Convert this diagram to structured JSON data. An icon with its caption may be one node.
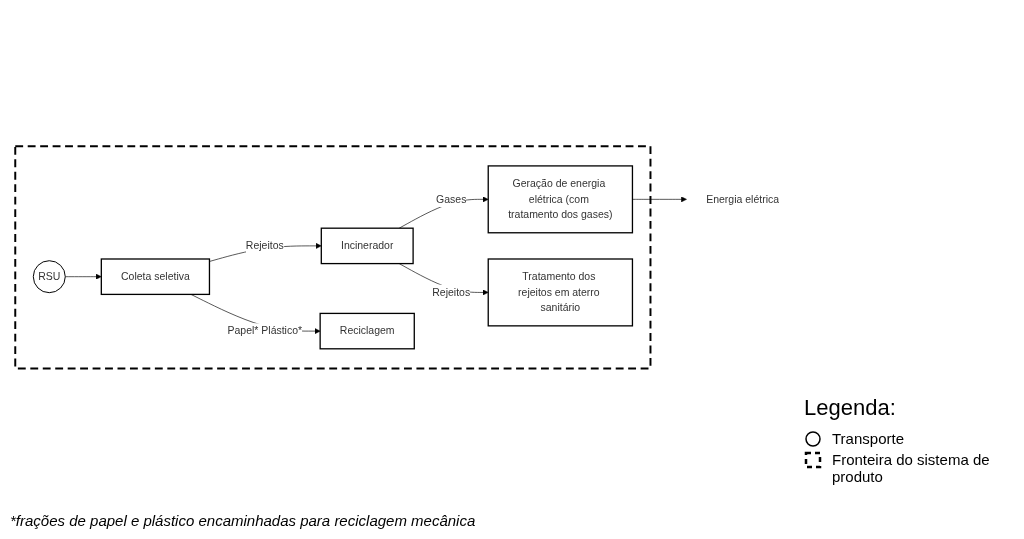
{
  "diagram": {
    "caption": "*frações de papel e plástico encaminhadas para reciclagem mecânica",
    "nodes": [
      {
        "text": [],
        "shape": "box"
      },
      {
        "text": [
          "RSU"
        ],
        "in": 0
      },
      {
        "text": [
          "Coleta seletiva"
        ],
        "in": 0
      },
      {
        "text": [
          "Incinerador"
        ],
        "in": 0
      },
      {
        "text": [
          "Geração de energia elétrica (com tratamento dos gases)"
        ],
        "in": 0
      },
      {
        "text": [
          "Reciclagem"
        ],
        "in": 0
      },
      {
        "text": [
          "Tratamento dos rejeitos em aterro sanitário"
        ],
        "in": 0
      },
      {
        "text": [
          "Energia elétrica"
        ]
      }
    ],
    "edges": [
      {
        "from": 1,
        "to": 2,
        "arrow": "to"
      },
      {
        "from": 2,
        "to": 3,
        "arrow": "to",
        "label": "Rejeitos"
      },
      {
        "from": 3,
        "to": 4,
        "arrow": "to",
        "label": "Gases"
      },
      {
        "from": 2,
        "to": 5,
        "arrow": "to",
        "label": "Papel* Plástico*"
      },
      {
        "from": 3,
        "to": 6,
        "arrow": "to",
        "label": "Rejeitos"
      },
      {
        "from": 4,
        "to": 7,
        "arrow": "to"
      }
    ],
    "labels": [
      "Legenda:"
    ],
    "legend": [
      {
        "text": "Transporte"
      },
      {
        "text": "Fronteira do sistema de produto"
      }
    ]
  }
}
